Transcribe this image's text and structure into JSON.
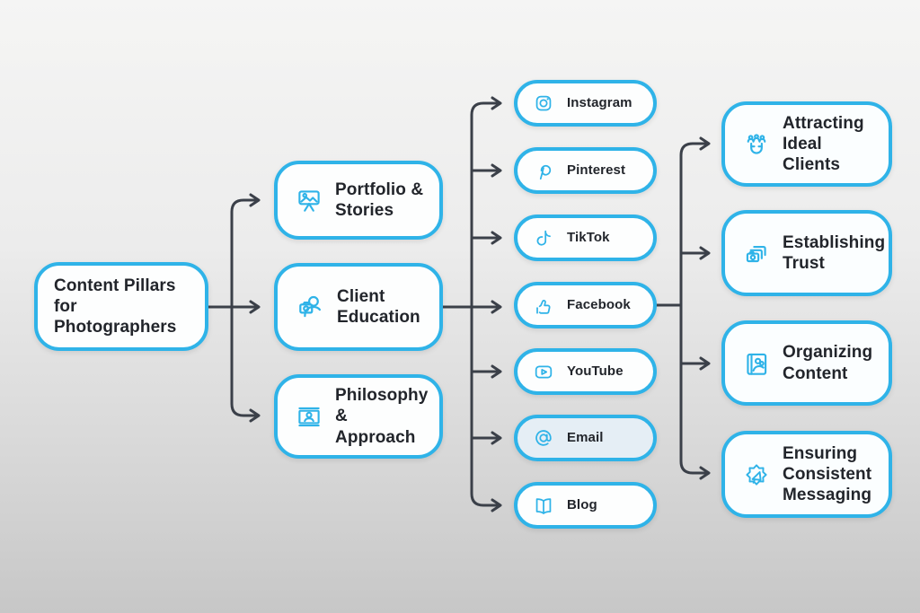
{
  "title": "Content Pillars for Photographers flowchart",
  "colors": {
    "accent": "#2FB3E8",
    "connector": "#3B4049",
    "text": "#22252B",
    "background_top": "#F5F5F4",
    "background_bottom": "#C7C7C7",
    "node_fill": "#FDFEFE",
    "email_node_fill": "#E5EEF5"
  },
  "root": {
    "label": "Content Pillars for Photographers"
  },
  "pillars": [
    {
      "label": "Portfolio & Stories",
      "icon": "easel-picture-icon"
    },
    {
      "label": "Client Education",
      "icon": "photographer-person-icon"
    },
    {
      "label": "Philosophy & Approach",
      "icon": "id-card-icon"
    }
  ],
  "channels": [
    {
      "label": "Instagram",
      "icon": "instagram-icon"
    },
    {
      "label": "Pinterest",
      "icon": "pinterest-icon"
    },
    {
      "label": "TikTok",
      "icon": "tiktok-icon"
    },
    {
      "label": "Facebook",
      "icon": "thumbs-up-icon"
    },
    {
      "label": "YouTube",
      "icon": "youtube-play-icon"
    },
    {
      "label": "Email",
      "icon": "at-sign-icon",
      "highlighted": true
    },
    {
      "label": "Blog",
      "icon": "open-book-icon"
    }
  ],
  "outcomes": [
    {
      "label": "Attracting Ideal Clients",
      "icon": "magnet-people-icon"
    },
    {
      "label": "Establishing Trust",
      "icon": "stacked-cameras-icon"
    },
    {
      "label": "Organizing Content",
      "icon": "photo-album-icon"
    },
    {
      "label": "Ensuring Consistent Messaging",
      "icon": "megaphone-badge-icon"
    }
  ]
}
